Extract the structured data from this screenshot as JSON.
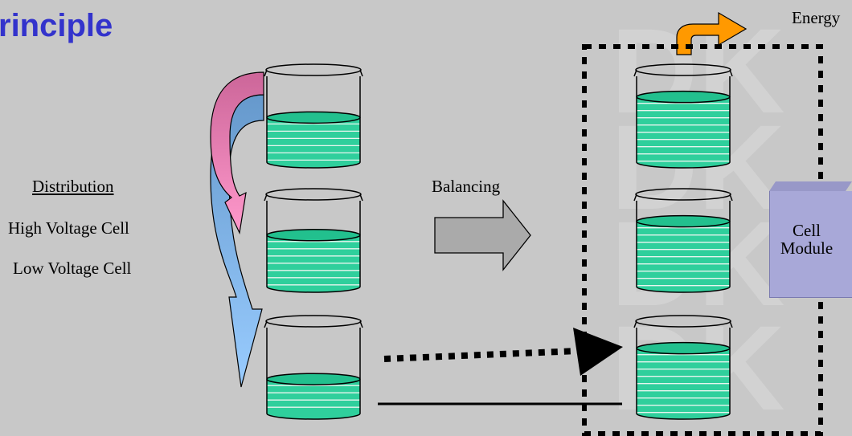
{
  "title": "rinciple",
  "labels": {
    "distribution": "Distribution",
    "high_voltage": "High Voltage Cell",
    "low_voltage": "Low Voltage Cell",
    "balancing": "Balancing",
    "energy": "Energy",
    "cell_module_line1": "Cell",
    "cell_module_line2": "Module"
  },
  "cells": {
    "before": [
      {
        "level": 0.52
      },
      {
        "level": 0.6
      },
      {
        "level": 0.4
      }
    ],
    "after": [
      {
        "level": 0.76
      },
      {
        "level": 0.76
      },
      {
        "level": 0.76
      }
    ]
  },
  "colors": {
    "background": "#c8c8c8",
    "title": "#3333cc",
    "liquid": "#2fcf9c",
    "liquid_top": "#22c08e",
    "stripe": "#e8f5ef",
    "arrow_gray": "#aaaaaa",
    "energy_arrow": "#ff9900",
    "module": "#a8a8d8",
    "high_arrow_top": "#cc6699",
    "high_arrow_bottom": "#ff99cc",
    "low_arrow_top": "#6699cc",
    "low_arrow_bottom": "#99ccff"
  }
}
